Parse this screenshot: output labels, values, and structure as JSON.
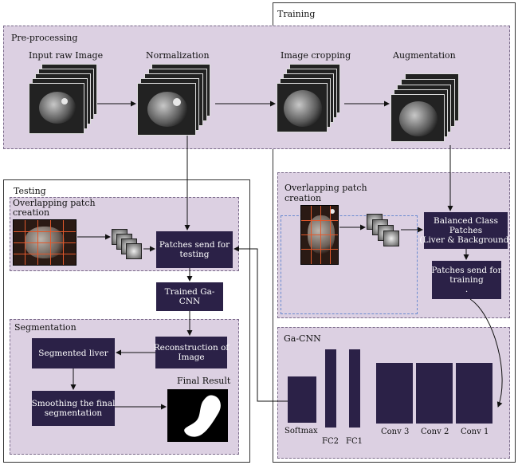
{
  "regions": {
    "training": "Training",
    "preprocessing": "Pre-processing",
    "testing": "Testing",
    "segmentation": "Segmentation",
    "gacnn": "Ga-CNN",
    "overlap_test": "Overlapping patch\ncreation",
    "overlap_train": "Overlapping patch\ncreation"
  },
  "steps": {
    "input_raw": "Input raw Image",
    "normalization": "Normalization",
    "cropping": "Image cropping",
    "augmentation": "Augmentation"
  },
  "boxes": {
    "balanced": "Balanced Class\nPatches\n(Liver & Background)",
    "patches_training": "Patches send for\ntraining\n.",
    "patches_testing": "Patches send for\ntesting",
    "trained": "Trained Ga-CNN",
    "reconstruction": "Reconstruction of\nImage",
    "segmented_liver": "Segmented liver",
    "smoothing": "Smoothing the final\nsegmentation",
    "final_result": "Final Result"
  },
  "layers": {
    "softmax": "Softmax",
    "fc2": "FC2",
    "fc1": "FC1",
    "conv3": "Conv 3",
    "conv2": "Conv 2",
    "conv1": "Conv 1"
  },
  "colors": {
    "box": "#2b2147",
    "region_fill": "#dcd0e2",
    "grid_line": "#e0582c"
  }
}
